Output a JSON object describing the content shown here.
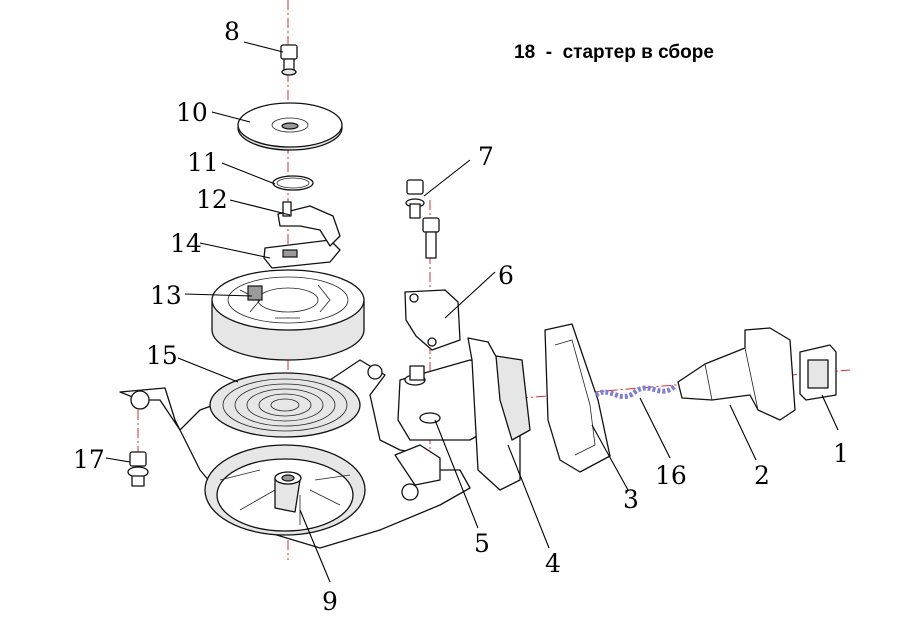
{
  "title": "18  -  стартер в сборе",
  "callouts": [
    {
      "id": "1",
      "label": "1"
    },
    {
      "id": "2",
      "label": "2"
    },
    {
      "id": "3",
      "label": "3"
    },
    {
      "id": "4",
      "label": "4"
    },
    {
      "id": "5",
      "label": "5"
    },
    {
      "id": "6",
      "label": "6"
    },
    {
      "id": "7",
      "label": "7"
    },
    {
      "id": "8",
      "label": "8"
    },
    {
      "id": "9",
      "label": "9"
    },
    {
      "id": "10",
      "label": "10"
    },
    {
      "id": "11",
      "label": "11"
    },
    {
      "id": "12",
      "label": "12"
    },
    {
      "id": "13",
      "label": "13"
    },
    {
      "id": "14",
      "label": "14"
    },
    {
      "id": "15",
      "label": "15"
    },
    {
      "id": "16",
      "label": "16"
    },
    {
      "id": "17",
      "label": "17"
    }
  ],
  "colors": {
    "axis": "#d03030",
    "rope": "#7f7fd0",
    "ink": "#111111"
  }
}
